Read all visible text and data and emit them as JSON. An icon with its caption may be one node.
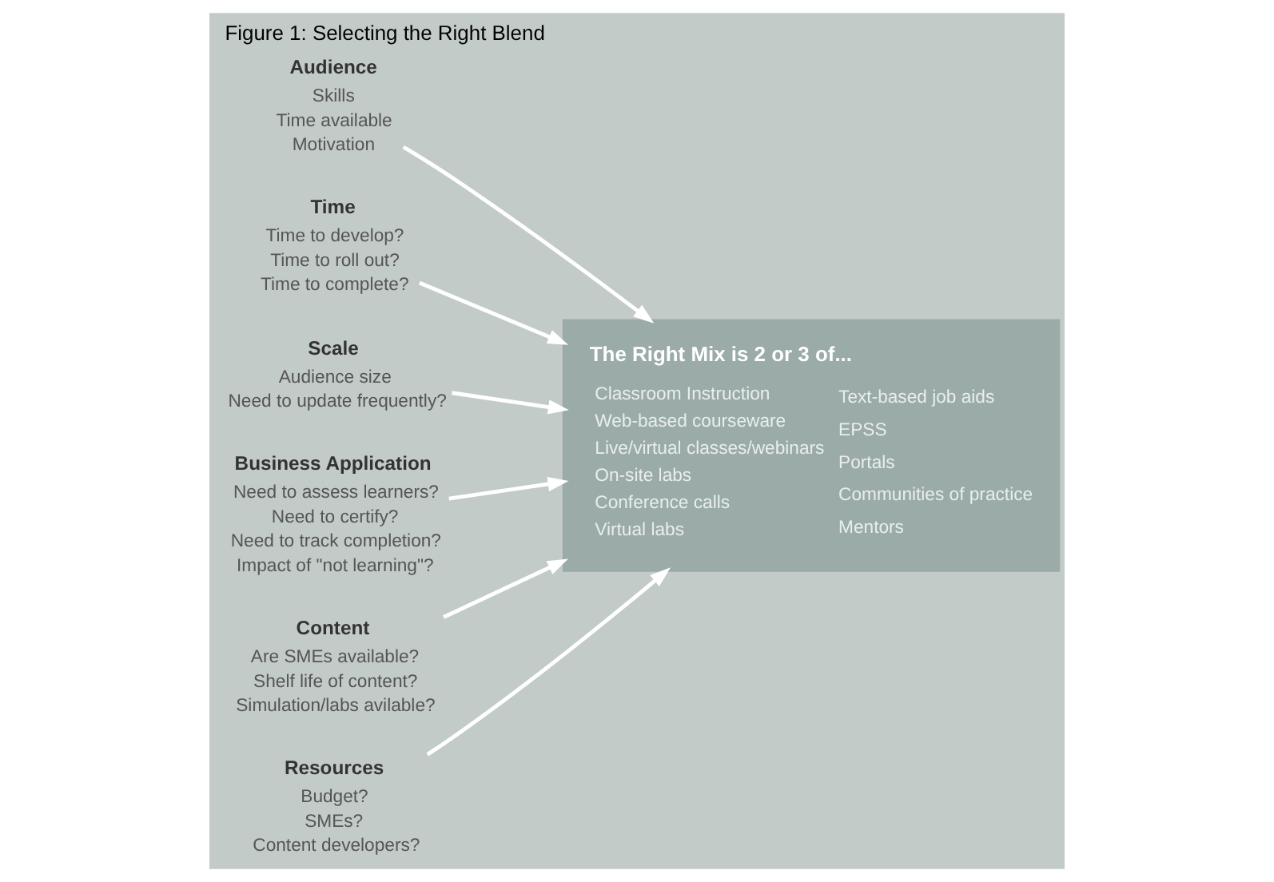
{
  "diagram": {
    "title": "Figure 1: Selecting the Right Blend",
    "nodes": [
      {
        "text": [
          "Audience",
          "Skills",
          "Time available",
          "Motivation"
        ]
      },
      {
        "text": [
          "Time",
          "Time to develop?",
          "Time to roll out?",
          "Time to complete?"
        ]
      },
      {
        "text": [
          "Scale",
          "Audience size",
          "Need to update frequently?"
        ]
      },
      {
        "text": [
          "The Right Mix is 2 or 3 of...",
          "Classroom Instruction",
          "Web-based courseware",
          "Live/virtual classes/webinars",
          "On-site labs",
          "Conference calls",
          "Virtual labs",
          "Text-based job aids",
          "EPSS",
          "Portals",
          "Communities of practice",
          "Mentors"
        ]
      },
      {
        "text": [
          "Business Application",
          "Need to assess learners?",
          "Need to certify?",
          "Need to track completion?",
          "Impact of \"not learning\"?"
        ]
      },
      {
        "text": [
          "Content",
          "Are SMEs available?",
          "Shelf life of content?",
          "Simulation/labs avilable?"
        ]
      },
      {
        "text": [
          "Resources",
          "Budget?",
          "SMEs?",
          "Content developers?"
        ]
      }
    ],
    "edges": [
      {
        "from": 0,
        "to": 3,
        "arrow": "to"
      },
      {
        "from": 1,
        "to": 3,
        "arrow": "to"
      },
      {
        "from": 2,
        "to": 3,
        "arrow": "to"
      },
      {
        "from": 4,
        "to": 3,
        "arrow": "to"
      },
      {
        "from": 5,
        "to": 3,
        "arrow": "to"
      },
      {
        "from": 6,
        "to": 3,
        "arrow": "to"
      }
    ]
  }
}
